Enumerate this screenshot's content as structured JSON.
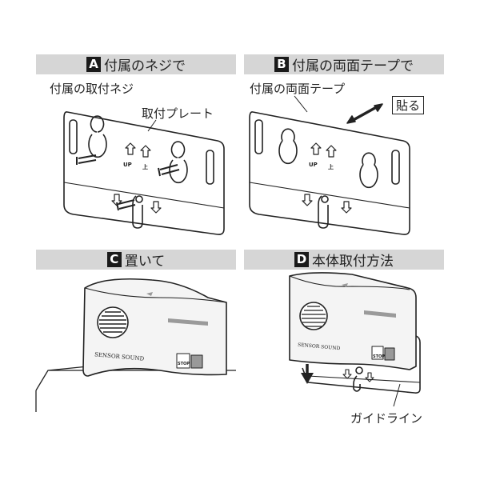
{
  "panels": [
    {
      "letter": "A",
      "title": "付属のネジで",
      "labels": {
        "screw": "付属の取付ネジ",
        "plate": "取付プレート"
      },
      "arrows": {
        "up_en": "UP",
        "up_jp": "上"
      }
    },
    {
      "letter": "B",
      "title": "付属の両面テープで",
      "labels": {
        "tape": "付属の両面テープ",
        "stick": "貼る"
      },
      "arrows": {
        "up_en": "UP",
        "up_jp": "上"
      }
    },
    {
      "letter": "C",
      "title": "置いて",
      "device": {
        "brand": "SENSOR SOUND",
        "button": "STOP"
      }
    },
    {
      "letter": "D",
      "title": "本体取付方法",
      "device": {
        "brand": "SENSOR SOUND",
        "button": "STOP"
      },
      "labels": {
        "guide": "ガイドライン"
      }
    }
  ],
  "colors": {
    "header_bg": "#d6d6d6",
    "line": "#222222",
    "device_body": "#f4f4f4",
    "label_strip": "#9a9a9a"
  }
}
